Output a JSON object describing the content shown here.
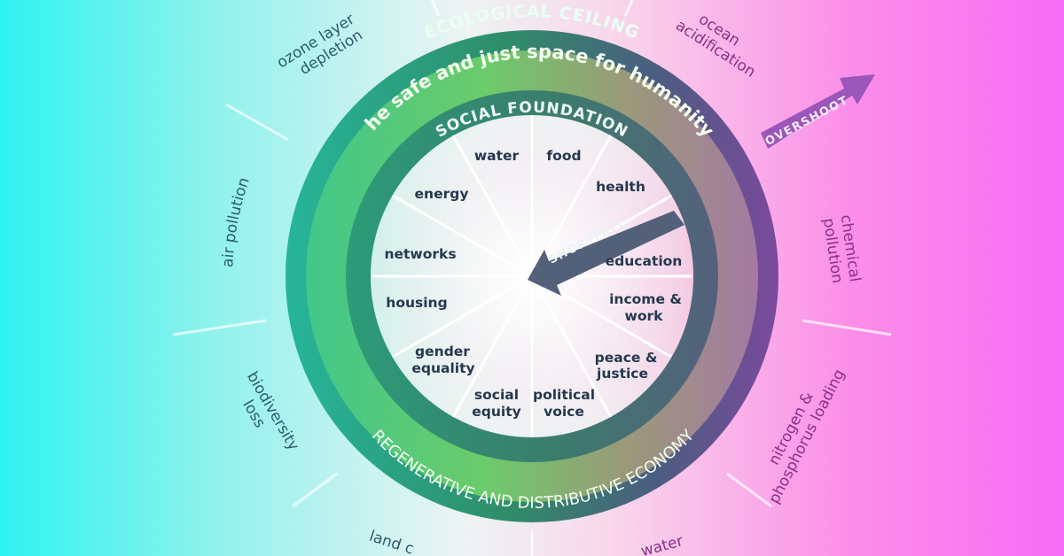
{
  "rings": {
    "ecological_ceiling": "ECOLOGICAL CEILING",
    "safe_space": "the safe and just space for humanity",
    "social_foundation": "SOCIAL FOUNDATION",
    "economy": "REGENERATIVE AND DISTRIBUTIVE ECONOMY"
  },
  "arrows": {
    "overshoot": "OVERSHOOT",
    "shortfall": "SHORTFALL"
  },
  "social_foundation_items": [
    "water",
    "food",
    "health",
    "energy",
    "networks",
    "education",
    "housing",
    "income &",
    "work",
    "gender",
    "equality",
    "peace &",
    "justice",
    "social",
    "equity",
    "political",
    "voice"
  ],
  "ecological_items": {
    "ozone_1": "ozone layer",
    "ozone_2": "depletion",
    "ocean_1": "ocean",
    "ocean_2": "acidification",
    "air": "air pollution",
    "chemical_1": "chemical",
    "chemical_2": "pollution",
    "bio_1": "biodiversity",
    "bio_2": "loss",
    "nitrogen_1": "nitrogen &",
    "nitrogen_2": "phosphorus loading",
    "land": "land c",
    "freshwater": "water"
  },
  "colors": {
    "ring_green_light": "#6ccb6a",
    "ring_green_dark": "#2c8f6b",
    "ring_purple": "#6e4a8e",
    "arrow_overshoot": "#9a56b8",
    "arrow_shortfall": "#53607a"
  }
}
